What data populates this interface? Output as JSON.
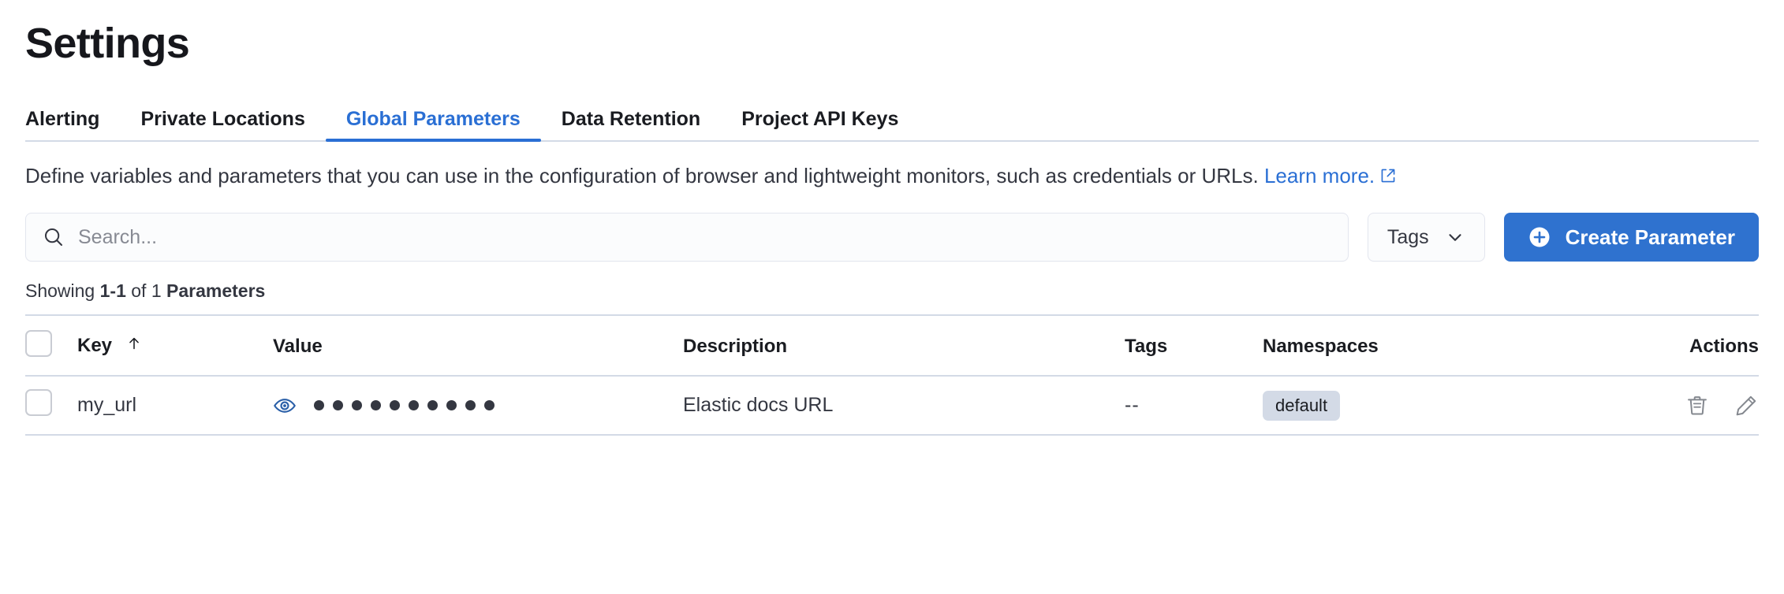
{
  "header": {
    "title": "Settings"
  },
  "tabs": [
    {
      "label": "Alerting",
      "active": false
    },
    {
      "label": "Private Locations",
      "active": false
    },
    {
      "label": "Global Parameters",
      "active": true
    },
    {
      "label": "Data Retention",
      "active": false
    },
    {
      "label": "Project API Keys",
      "active": false
    }
  ],
  "description": {
    "text": "Define variables and parameters that you can use in the configuration of browser and lightweight monitors, such as credentials or URLs. ",
    "link_label": "Learn more.",
    "link_icon": "external-link-icon"
  },
  "controls": {
    "search": {
      "placeholder": "Search...",
      "value": "",
      "icon": "search-icon"
    },
    "tags_filter": {
      "label": "Tags",
      "icon": "chevron-down-icon"
    },
    "create_button": {
      "label": "Create Parameter",
      "icon": "plus-circle-icon"
    }
  },
  "results": {
    "prefix": "Showing ",
    "range": "1-1",
    "middle": " of 1 ",
    "noun": "Parameters"
  },
  "table": {
    "columns": [
      {
        "key": "select",
        "label": ""
      },
      {
        "key": "key",
        "label": "Key",
        "sort": "ascending",
        "sort_icon": "arrow-up-icon"
      },
      {
        "key": "value",
        "label": "Value"
      },
      {
        "key": "description",
        "label": "Description"
      },
      {
        "key": "tags",
        "label": "Tags"
      },
      {
        "key": "namespaces",
        "label": "Namespaces"
      },
      {
        "key": "actions",
        "label": "Actions"
      }
    ],
    "rows": [
      {
        "key": "my_url",
        "value_masked": "••••••••••",
        "value_dot_count": 10,
        "value_reveal_icon": "eye-icon",
        "description": "Elastic docs URL",
        "tags": "--",
        "namespaces": [
          "default"
        ],
        "actions": [
          {
            "name": "delete",
            "icon": "trash-icon"
          },
          {
            "name": "edit",
            "icon": "pencil-icon"
          }
        ]
      }
    ]
  },
  "colors": {
    "accent": "#2a6fd4",
    "primary_button": "#2f72cf",
    "border": "#d3dae6",
    "badge_bg": "#d3dae6",
    "text": "#343741",
    "muted": "#878a93"
  }
}
